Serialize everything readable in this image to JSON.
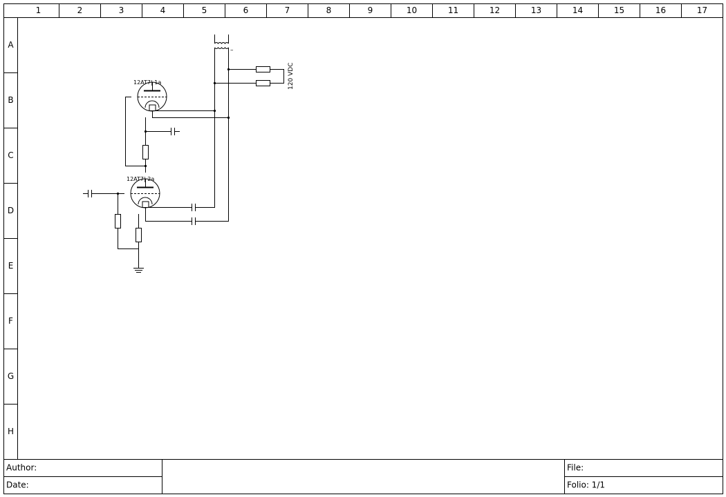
{
  "frame": {
    "columns": [
      "1",
      "2",
      "3",
      "4",
      "5",
      "6",
      "7",
      "8",
      "9",
      "10",
      "11",
      "12",
      "13",
      "14",
      "15",
      "16",
      "17"
    ],
    "rows": [
      "A",
      "B",
      "C",
      "D",
      "E",
      "F",
      "G",
      "H"
    ]
  },
  "schematic": {
    "tube_1_label": "12AT7| 1a",
    "tube_2_label": "12AT7| 2a",
    "supply_label": "120 VDC",
    "transformer_minus": "–"
  },
  "title_block": {
    "author_label": "Author:",
    "date_label": "Date:",
    "file_label": "File:",
    "folio_label": "Folio: 1/1"
  }
}
